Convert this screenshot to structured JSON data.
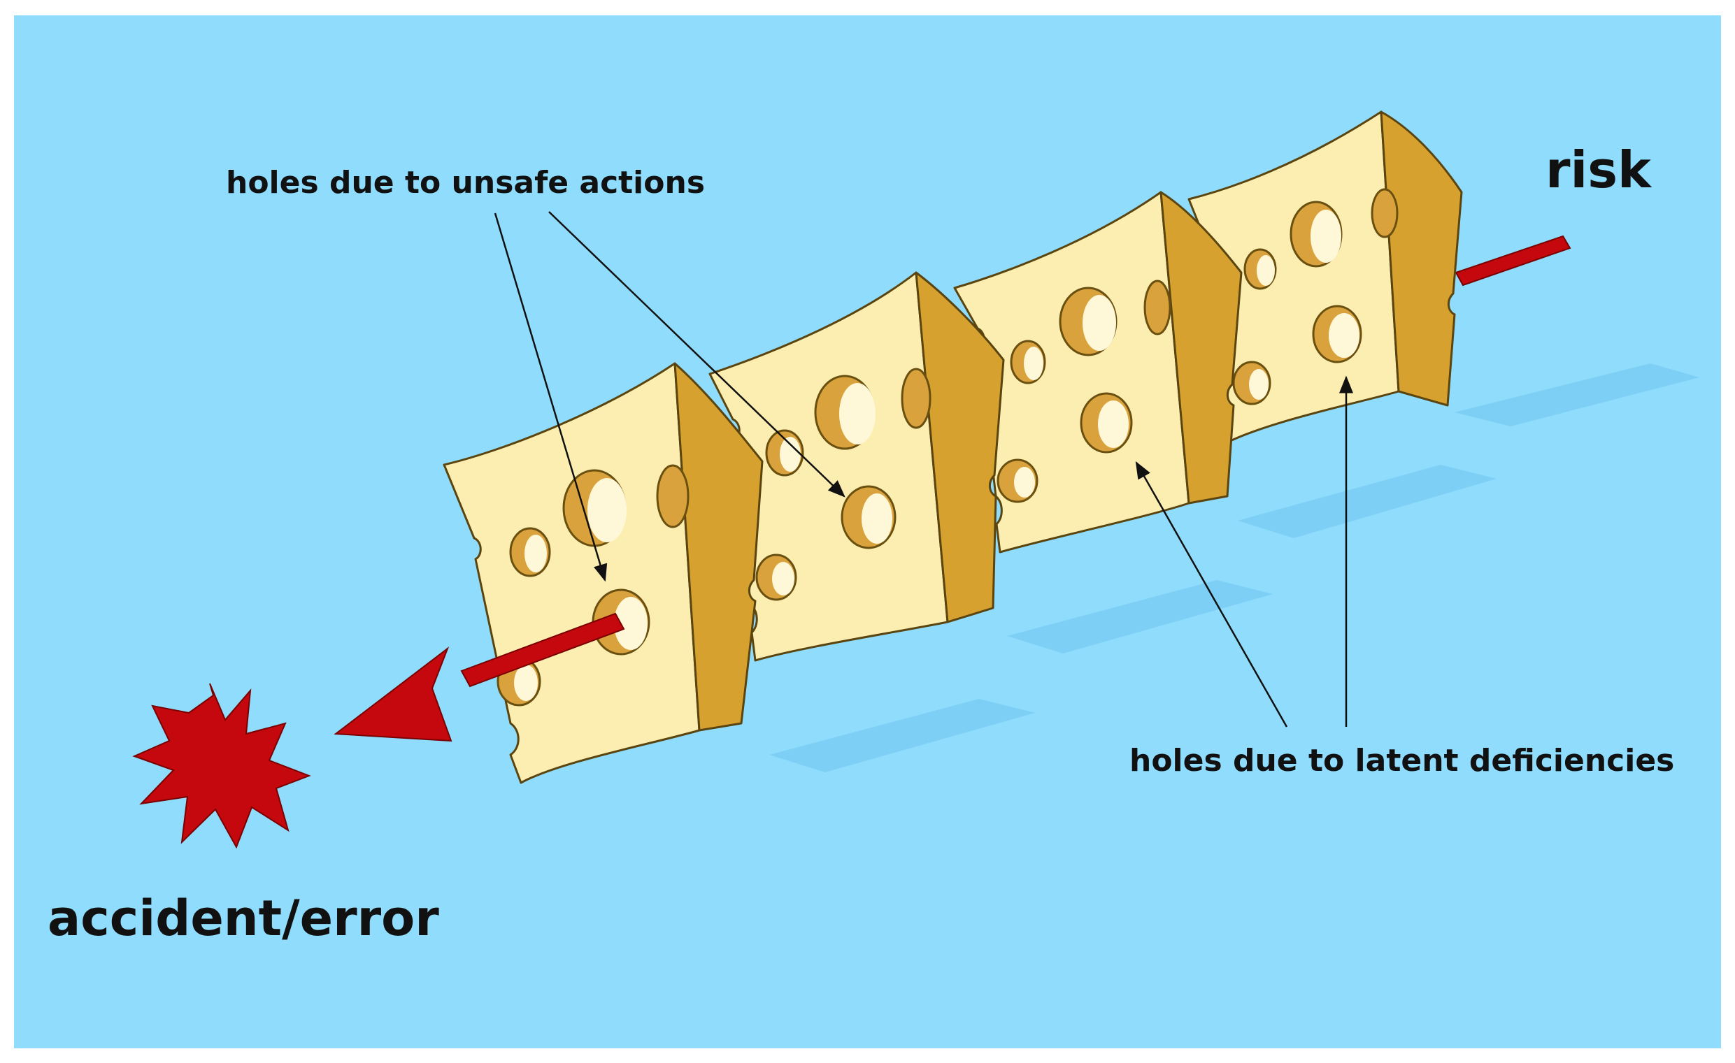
{
  "labels": {
    "unsafe_actions": "holes due to unsafe actions",
    "latent_deficiencies": "holes due to latent deficiencies",
    "risk": "risk",
    "outcome": "accident/error"
  },
  "colors": {
    "background": "#8fdcfd",
    "cheese_face": "#fbeeb0",
    "cheese_side": "#d6a12e",
    "arrow": "#c4080e",
    "burst": "#c4080e"
  },
  "icons": {
    "layers": "swiss-cheese-slice-icon",
    "outcome": "explosion-burst-icon",
    "risk_path": "trajectory-arrow-icon"
  }
}
